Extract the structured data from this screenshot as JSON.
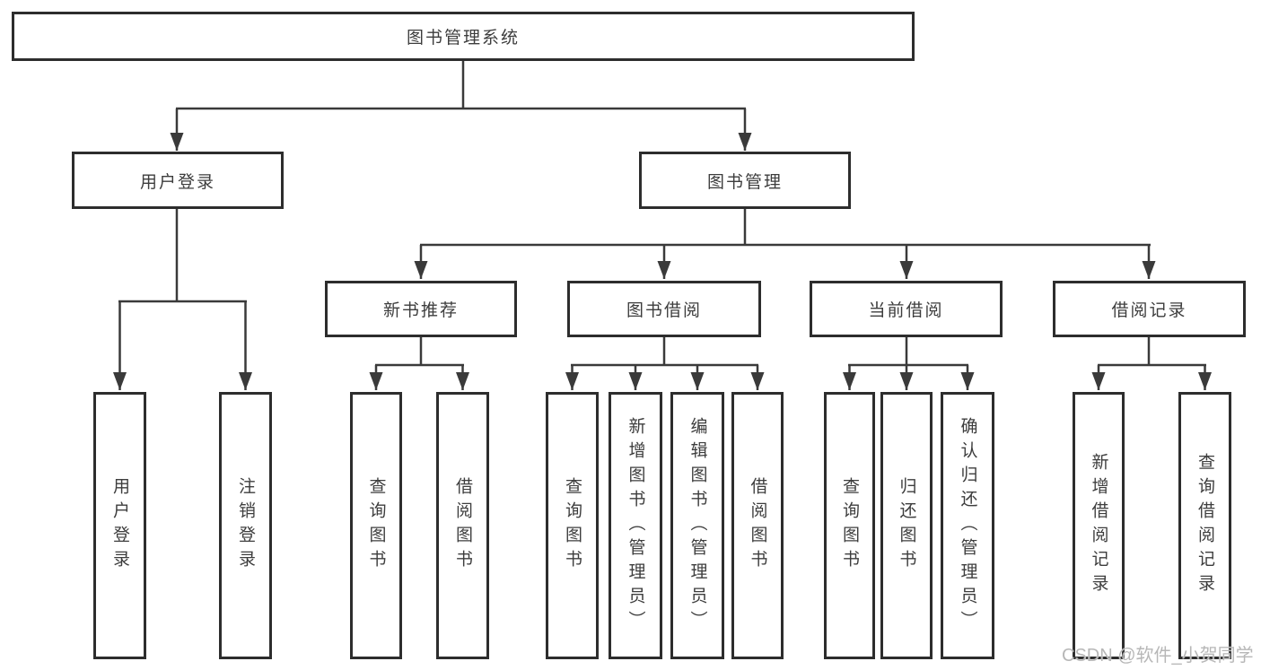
{
  "diagram_type": "hierarchy-tree",
  "tree": {
    "root": {
      "label": "图书管理系统",
      "children": [
        {
          "label": "用户登录",
          "children": [
            {
              "label": "用户登录"
            },
            {
              "label": "注销登录"
            }
          ]
        },
        {
          "label": "图书管理",
          "children": [
            {
              "label": "新书推荐",
              "children": [
                {
                  "label": "查询图书"
                },
                {
                  "label": "借阅图书"
                }
              ]
            },
            {
              "label": "图书借阅",
              "children": [
                {
                  "label": "查询图书"
                },
                {
                  "label": "新增图书（管理员）"
                },
                {
                  "label": "编辑图书（管理员）"
                },
                {
                  "label": "借阅图书"
                }
              ]
            },
            {
              "label": "当前借阅",
              "children": [
                {
                  "label": "查询图书"
                },
                {
                  "label": "归还图书"
                },
                {
                  "label": "确认归还（管理员）"
                }
              ]
            },
            {
              "label": "借阅记录",
              "children": [
                {
                  "label": "新增借阅记录"
                },
                {
                  "label": "查询借阅记录"
                }
              ]
            }
          ]
        }
      ]
    }
  },
  "watermark": "CSDN @软件_小贺同学",
  "colors": {
    "background": "#ffffff",
    "box_border": "#2d2d2d",
    "line": "#3a3a3a",
    "text": "#3d3d3d",
    "watermark": "#b7b7b7"
  }
}
